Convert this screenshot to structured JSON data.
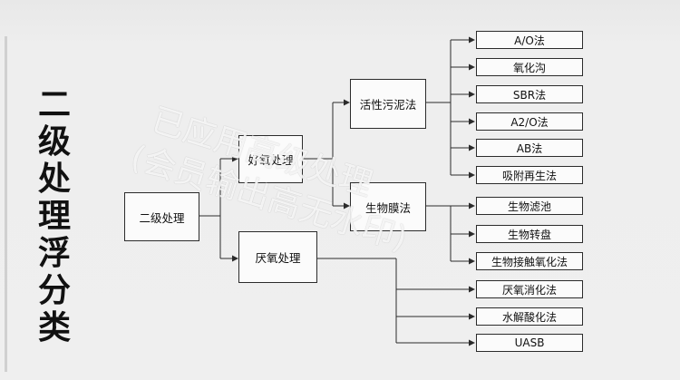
{
  "title_chars": [
    "二",
    "级",
    "处",
    "理",
    "浮",
    "分",
    "类"
  ],
  "nodes": {
    "root": "二级处理",
    "aerobic": "好氧处理",
    "anaerobic": "厌氧处理",
    "activated_sludge": "活性污泥法",
    "biofilm": "生物膜法"
  },
  "activated_sludge_methods": [
    "A/O法",
    "氧化沟",
    "SBR法",
    "A2/O法",
    "AB法",
    "吸附再生法"
  ],
  "biofilm_methods": [
    "生物滤池",
    "生物转盘",
    "生物接触氧化法"
  ],
  "anaerobic_methods": [
    "厌氧消化法",
    "水解酸化法",
    "UASB"
  ],
  "watermark": {
    "line1": "已应用高级处理",
    "line2": "(会员输出高无水印)"
  },
  "colors": {
    "line": "#2b2b2b",
    "box_border": "#2b2b2b",
    "background": "#efefef"
  }
}
